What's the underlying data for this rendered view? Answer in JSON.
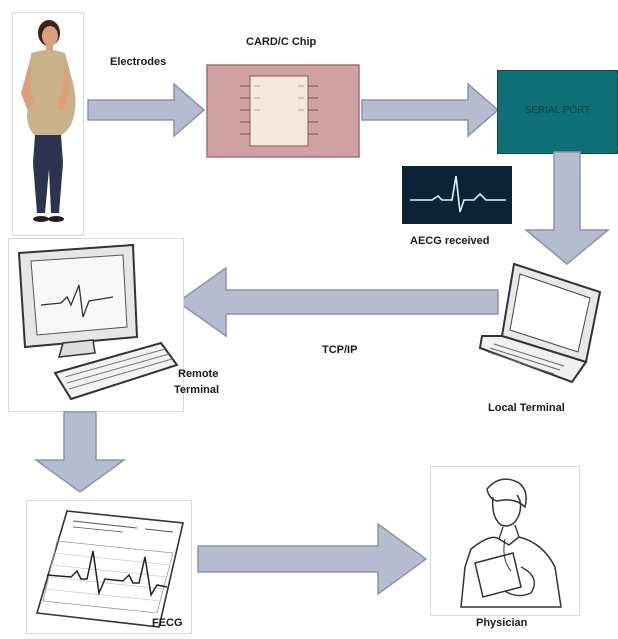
{
  "labels": {
    "electrodes": "Electrodes",
    "chip": "CARD/C Chip",
    "serial_port": "SERIAL PORT",
    "aecg_received": "AECG received",
    "tcp_ip": "TCP/IP",
    "remote_terminal_line1": "Remote",
    "remote_terminal_line2": "Terminal",
    "local_terminal": "Local Terminal",
    "fecg": "FECG",
    "physician": "Physician"
  },
  "colors": {
    "arrow_fill": "#b6bcd0",
    "arrow_stroke": "#8d93a8",
    "chip_fill": "#cfa1a3",
    "serial_port_fill": "#0f6f76",
    "ecg_screen_bg": "#0c2236",
    "ecg_trace": "#d9f4ff"
  },
  "icons": [
    "patient-image",
    "chip-icon",
    "ecg-waveform-icon",
    "monitor-keyboard-icon",
    "laptop-icon",
    "ecg-paper-icon",
    "physician-image"
  ]
}
